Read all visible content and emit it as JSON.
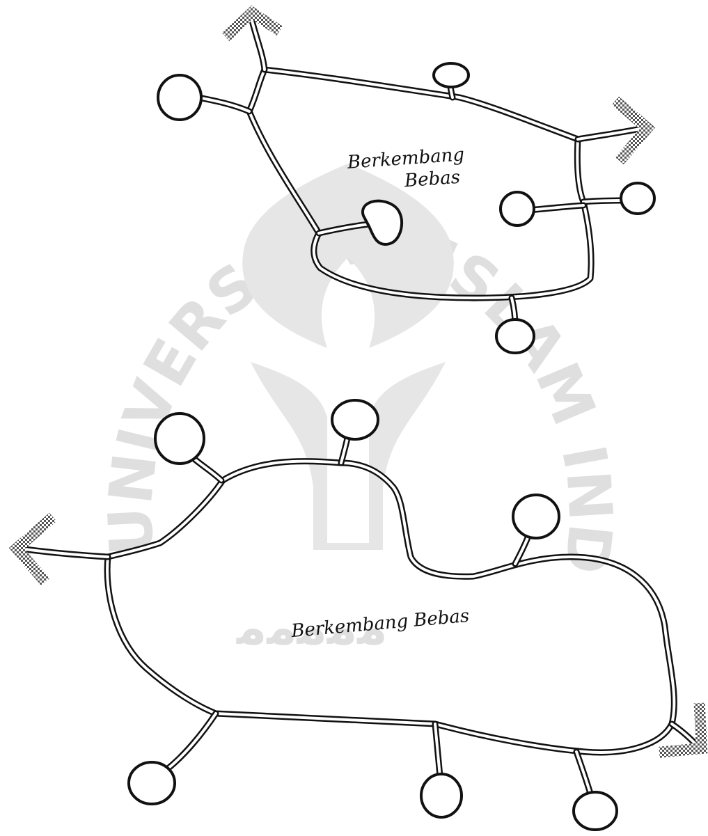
{
  "colors": {
    "ink": "#111111",
    "paper": "#ffffff",
    "watermark": "#dcdcdc",
    "arrow_hatch": "#555555"
  },
  "watermark": {
    "ring_text": "UNIVERSITAS ISLAM INDONESIA",
    "bottom_script": "ﻣﻣﻣﻣﻣ"
  },
  "diagram": {
    "top_cluster": {
      "label_line1": "Berkembang",
      "label_line2": "Bebas"
    },
    "bottom_cluster": {
      "label": "Berkembang Bebas"
    },
    "arrows": [
      "arrow-north",
      "arrow-east",
      "arrow-west",
      "arrow-southeast"
    ]
  }
}
